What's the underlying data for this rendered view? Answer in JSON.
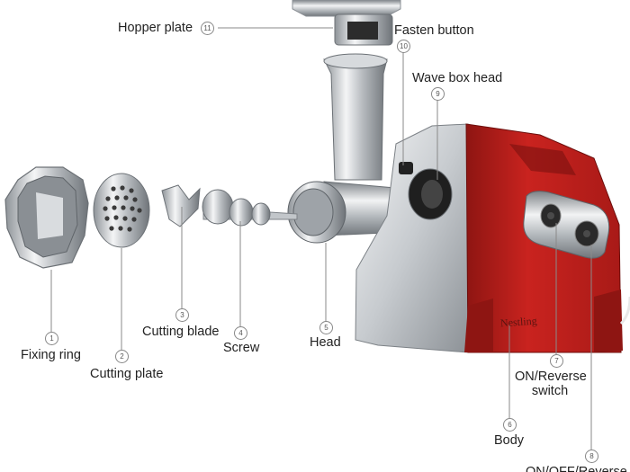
{
  "brand": "Nestling",
  "colors": {
    "body_red": "#b81f1c",
    "chrome": "#c9cdd1",
    "leader_line": "#8a8a8a"
  },
  "parts": [
    {
      "num": "1",
      "name": "Fixing ring"
    },
    {
      "num": "2",
      "name": "Cutting plate"
    },
    {
      "num": "3",
      "name": "Cutting blade"
    },
    {
      "num": "4",
      "name": "Screw"
    },
    {
      "num": "5",
      "name": "Head"
    },
    {
      "num": "6",
      "name": "Body"
    },
    {
      "num": "7",
      "name": "ON/Reverse switch"
    },
    {
      "num": "8",
      "name": "ON/OFF/Reverse"
    },
    {
      "num": "9",
      "name": "Wave box head"
    },
    {
      "num": "10",
      "name": "Fasten button"
    },
    {
      "num": "11",
      "name": "Hopper plate"
    }
  ]
}
